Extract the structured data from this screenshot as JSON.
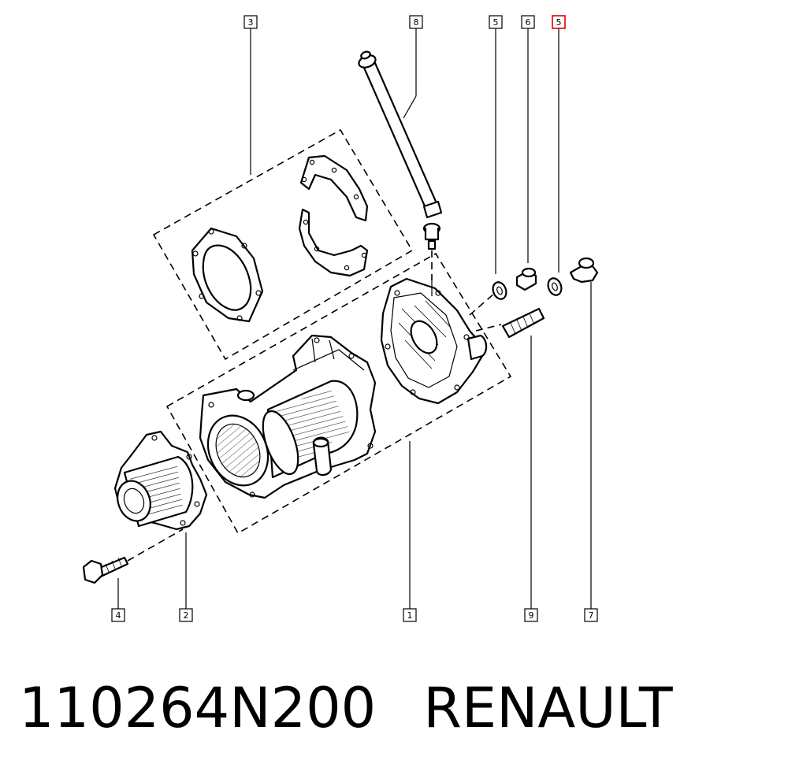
{
  "callouts": {
    "c1": "1",
    "c2": "2",
    "c3": "3",
    "c4": "4",
    "c5a": "5",
    "c5b": "5",
    "c6": "6",
    "c7": "7",
    "c8": "8",
    "c9": "9"
  },
  "highlight_color": "#e00000",
  "caption": {
    "part_number": "110264N200",
    "brand": "RENAULT"
  }
}
